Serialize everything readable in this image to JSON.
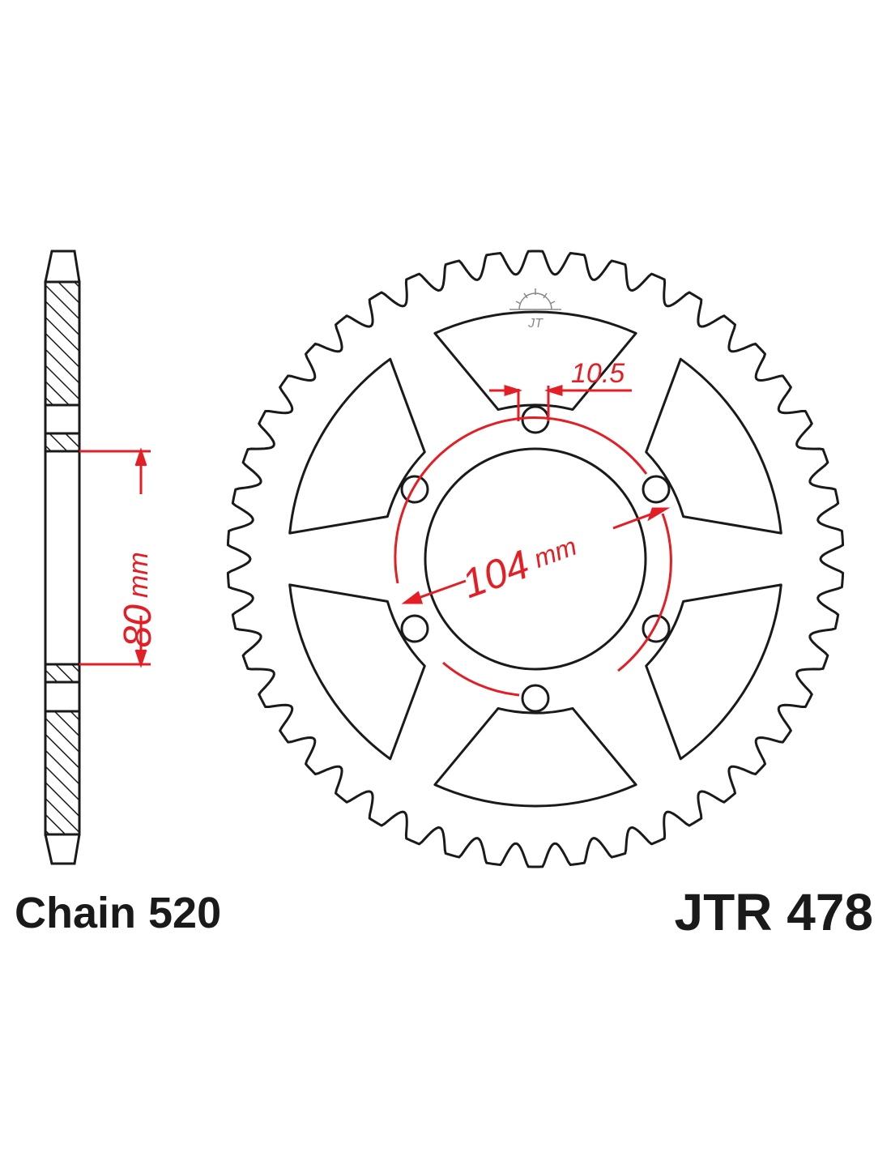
{
  "diagram": {
    "chain_label": "Chain 520",
    "part_number": "JTR 478",
    "dimensions": {
      "hub_offset": {
        "value": "80",
        "unit": "mm"
      },
      "pcd": {
        "value": "104",
        "unit": "mm"
      },
      "bolt_hole": {
        "value": "10.5"
      }
    },
    "sprocket": {
      "teeth": 46,
      "bolt_holes": 6
    },
    "colors": {
      "outline": "#1a1a1a",
      "dimension": "#e31e24",
      "hatch": "#1a1a1a"
    },
    "logo": "jt-logo"
  }
}
